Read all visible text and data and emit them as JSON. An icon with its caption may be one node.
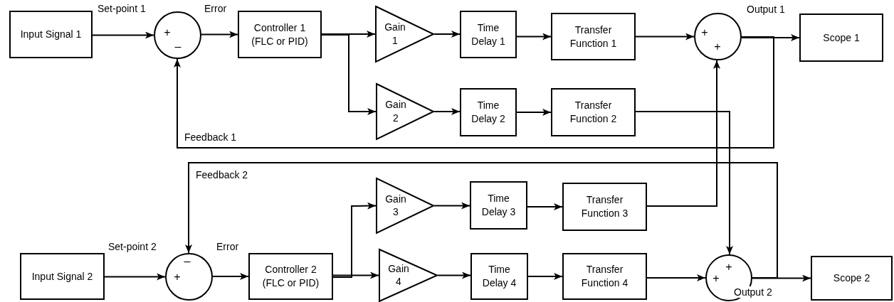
{
  "diagram": {
    "nodes": [
      {
        "text": [
          "Input Signal 1"
        ]
      },
      {
        "text": [
          "+",
          "–"
        ]
      },
      {
        "text": [
          "Controller 1 (FLC or PID)"
        ]
      },
      {
        "text": [
          "Gain 1"
        ]
      },
      {
        "text": [
          "Time Delay 1"
        ]
      },
      {
        "text": [
          "Transfer Function 1"
        ]
      },
      {
        "text": [
          "+",
          "+"
        ]
      },
      {
        "text": [
          "Scope 1"
        ]
      },
      {
        "text": [
          "Gain 2"
        ]
      },
      {
        "text": [
          "Time Delay 2"
        ]
      },
      {
        "text": [
          "Transfer Function 2"
        ]
      },
      {
        "text": [
          "Gain 3"
        ]
      },
      {
        "text": [
          "Time Delay 3"
        ]
      },
      {
        "text": [
          "Transfer Function 3"
        ]
      },
      {
        "text": [
          "Input Signal 2"
        ]
      },
      {
        "text": [
          "–",
          "+"
        ]
      },
      {
        "text": [
          "Controller 2 (FLC or PID)"
        ]
      },
      {
        "text": [
          "Gain 4"
        ]
      },
      {
        "text": [
          "Time Delay 4"
        ]
      },
      {
        "text": [
          "Transfer Function 4"
        ]
      },
      {
        "text": [
          "+",
          "+"
        ]
      },
      {
        "text": [
          "Scope 2"
        ]
      }
    ],
    "edges": [
      {
        "from": 0,
        "to": 1,
        "arrow": "to",
        "label": "Set-point 1"
      },
      {
        "from": 1,
        "to": 2,
        "arrow": "to",
        "label": "Error"
      },
      {
        "from": 2,
        "to": 3,
        "arrow": "to"
      },
      {
        "from": 2,
        "to": 8,
        "arrow": "to"
      },
      {
        "from": 3,
        "to": 4,
        "arrow": "to"
      },
      {
        "from": 4,
        "to": 5,
        "arrow": "to"
      },
      {
        "from": 8,
        "to": 9,
        "arrow": "to"
      },
      {
        "from": 9,
        "to": 10,
        "arrow": "to"
      },
      {
        "from": 5,
        "to": 6,
        "arrow": "to"
      },
      {
        "from": 6,
        "to": 7,
        "arrow": "to",
        "label": "Output 1"
      },
      {
        "from": 6,
        "to": 1,
        "arrow": "to",
        "label": "Feedback 1"
      },
      {
        "from": 10,
        "to": 20,
        "arrow": "to"
      },
      {
        "from": 13,
        "to": 6,
        "arrow": "to"
      },
      {
        "from": 14,
        "to": 15,
        "arrow": "to",
        "label": "Set-point 2"
      },
      {
        "from": 15,
        "to": 16,
        "arrow": "to",
        "label": "Error"
      },
      {
        "from": 16,
        "to": 11,
        "arrow": "to"
      },
      {
        "from": 16,
        "to": 17,
        "arrow": "to"
      },
      {
        "from": 11,
        "to": 12,
        "arrow": "to"
      },
      {
        "from": 12,
        "to": 13,
        "arrow": "to"
      },
      {
        "from": 17,
        "to": 18,
        "arrow": "to"
      },
      {
        "from": 18,
        "to": 19,
        "arrow": "to"
      },
      {
        "from": 19,
        "to": 20,
        "arrow": "to"
      },
      {
        "from": 20,
        "to": 21,
        "arrow": "to",
        "label": "Output 2"
      },
      {
        "from": 20,
        "to": 15,
        "arrow": "to",
        "label": "Feedback 2"
      }
    ]
  }
}
